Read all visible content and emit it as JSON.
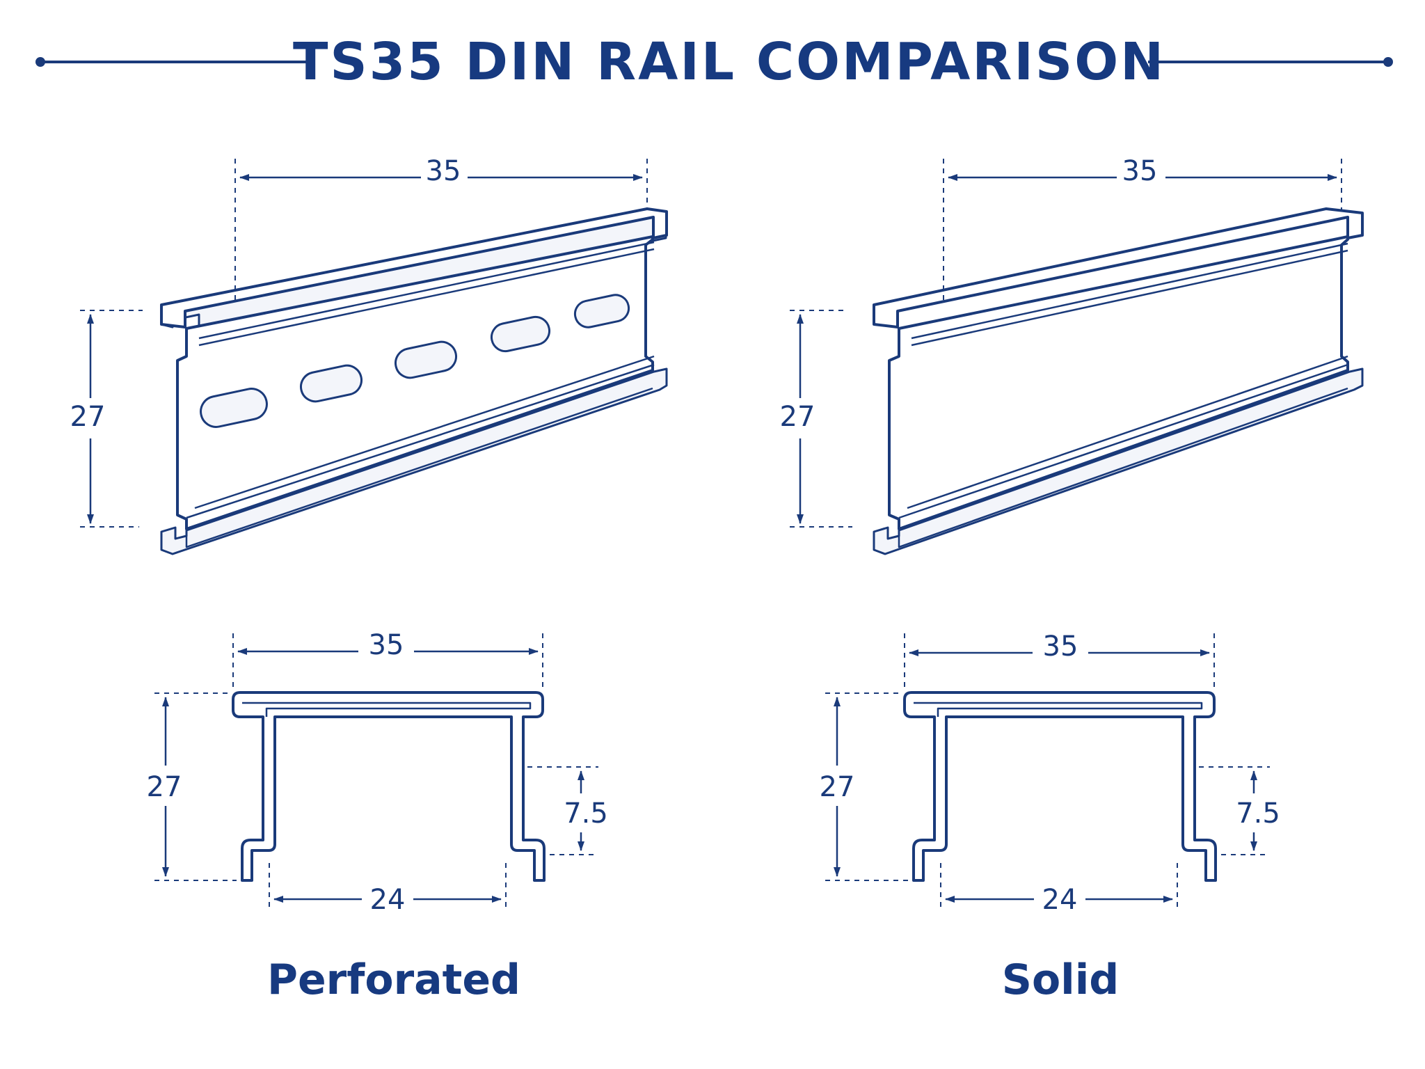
{
  "title": "TS35 DIN RAIL COMPARISON",
  "colors": {
    "ink": "#1a3a7a",
    "title": "#173a80",
    "background": "#ffffff"
  },
  "panels": [
    {
      "label": "Perforated",
      "perspective": {
        "width_dim": "35",
        "height_dim": "27"
      },
      "profile": {
        "width_dim": "35",
        "height_dim": "27",
        "base_dim": "24",
        "flange_dim": "7.5"
      }
    },
    {
      "label": "Solid",
      "perspective": {
        "width_dim": "35",
        "height_dim": "27"
      },
      "profile": {
        "width_dim": "35",
        "height_dim": "27",
        "base_dim": "24",
        "flange_dim": "7.5"
      }
    }
  ]
}
